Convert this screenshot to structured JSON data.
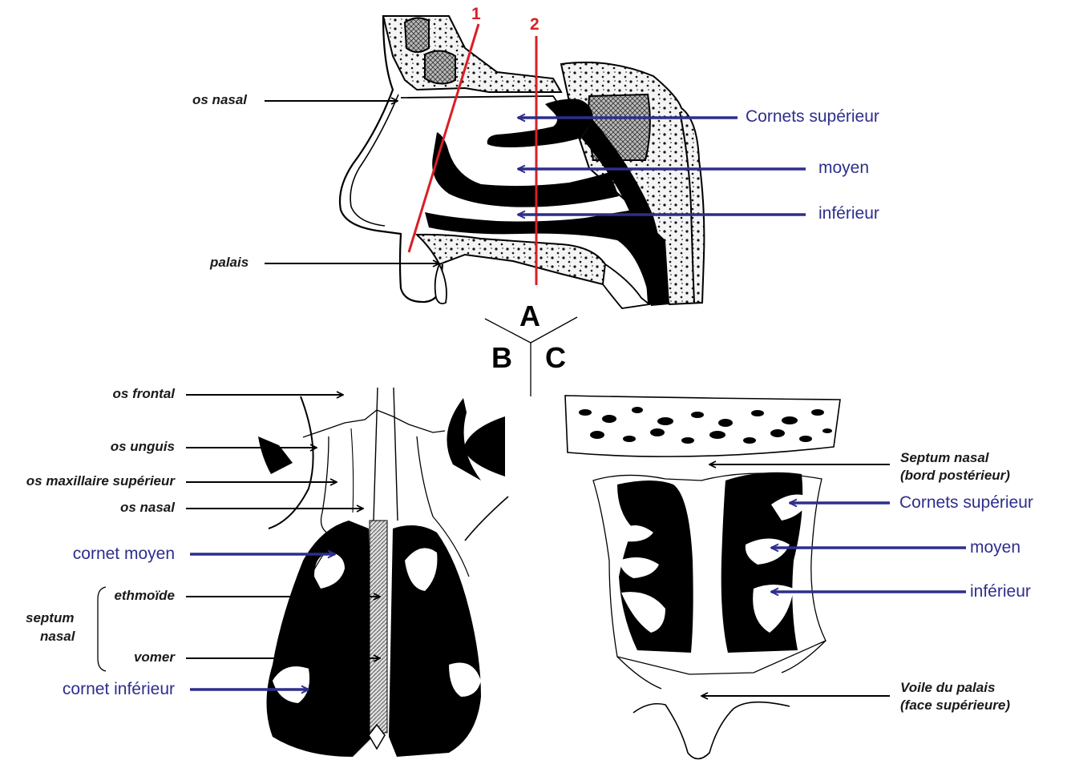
{
  "colors": {
    "anatomy_ink": "#000000",
    "bone_fill": "#f4f4f4",
    "blue_label": "#2e2e8c",
    "red_plane": "#d91f26"
  },
  "panel_letters": {
    "a": "A",
    "b": "B",
    "c": "C"
  },
  "planes": {
    "p1": "1",
    "p2": "2"
  },
  "view_a": {
    "os_nasal": "os nasal",
    "palais": "palais",
    "cornets_superieur": "Cornets supérieur",
    "moyen": "moyen",
    "inferieur": "inférieur"
  },
  "view_b": {
    "os_frontal": "os frontal",
    "os_unguis": "os unguis",
    "os_maxillaire_superieur": "os maxillaire supérieur",
    "os_nasal": "os nasal",
    "cornet_moyen": "cornet moyen",
    "septum_line1": "septum",
    "septum_line2": "nasal",
    "ethmoide": "ethmoïde",
    "vomer": "vomer",
    "cornet_inferieur": "cornet inférieur"
  },
  "view_c": {
    "septum_line1": "Septum nasal",
    "septum_line2": "(bord postérieur)",
    "cornets_superieur": "Cornets supérieur",
    "moyen": "moyen",
    "inferieur": "inférieur",
    "voile_line1": "Voile du palais",
    "voile_line2": "(face supérieure)"
  }
}
